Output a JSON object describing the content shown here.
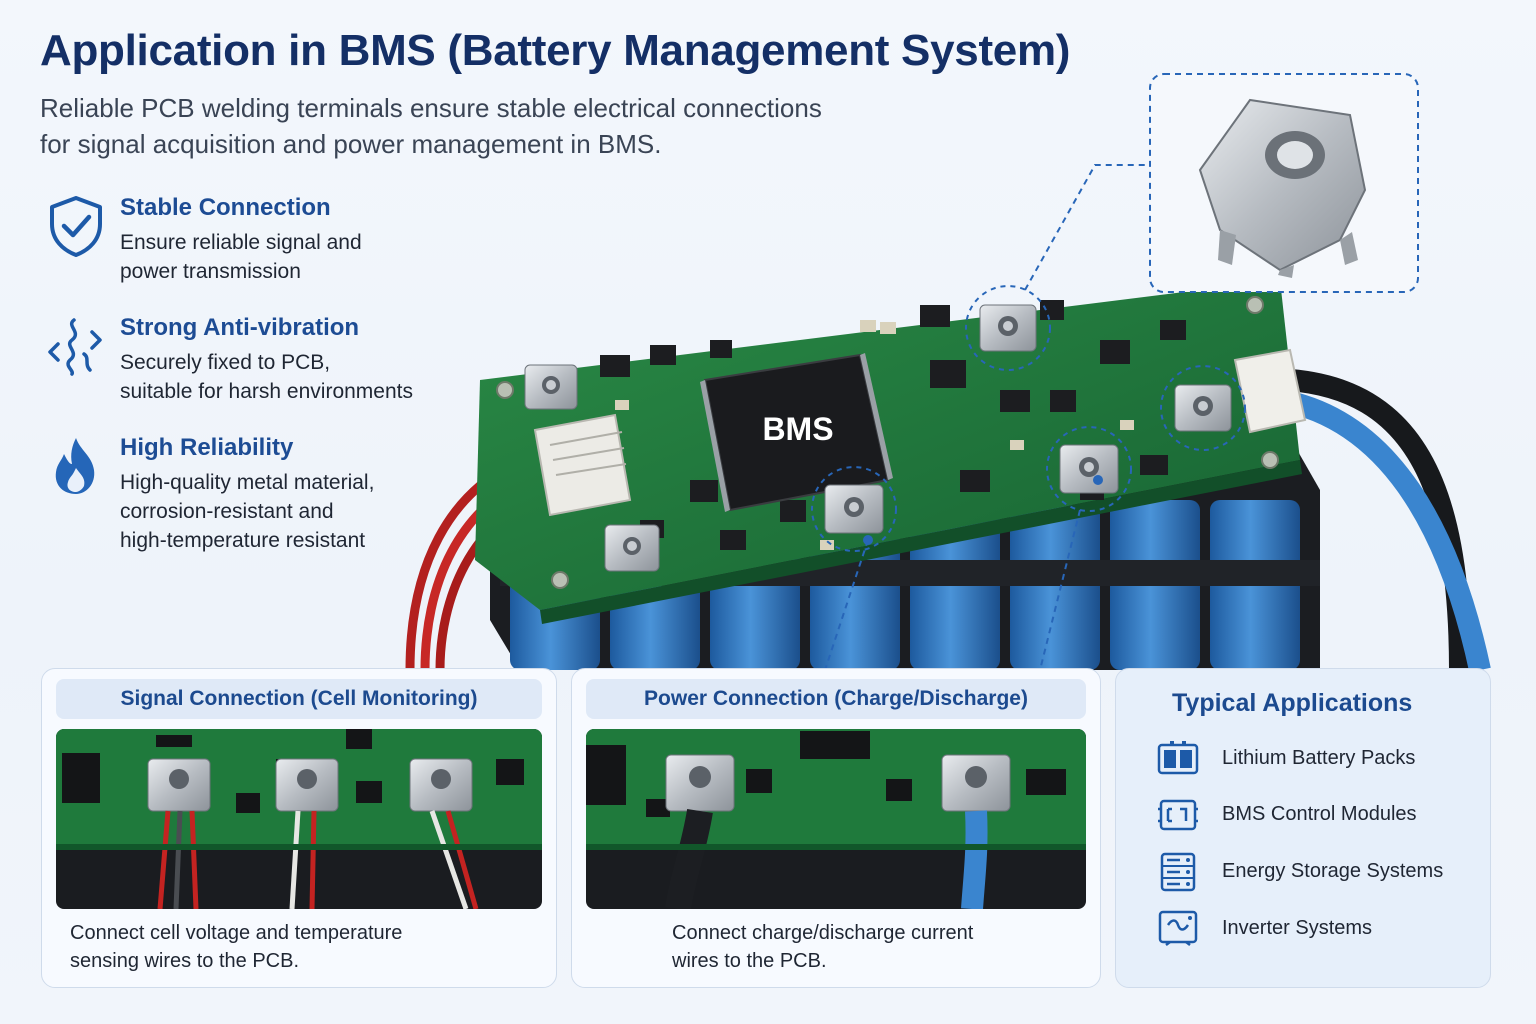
{
  "header": {
    "title": "Application in BMS (Battery Management System)",
    "subtitle_line1": "Reliable PCB welding terminals ensure stable electrical connections",
    "subtitle_line2": "for signal acquisition and power management in BMS."
  },
  "features": [
    {
      "icon": "shield-check-icon",
      "title": "Stable Connection",
      "line1": "Ensure reliable signal and",
      "line2": "power transmission",
      "line3": ""
    },
    {
      "icon": "vibration-icon",
      "title": "Strong Anti-vibration",
      "line1": "Securely fixed to PCB,",
      "line2": "suitable for harsh environments",
      "line3": ""
    },
    {
      "icon": "flame-icon",
      "title": "High Reliability",
      "line1": "High-quality metal material,",
      "line2": "corrosion-resistant and",
      "line3": "high-temperature resistant"
    }
  ],
  "illustration": {
    "chip_label": "BMS",
    "colors": {
      "pcb": "#1f7a3c",
      "cell": "#2f78c4",
      "terminal": "#c9cdd2",
      "accent": "#1d4c94"
    }
  },
  "panels": {
    "signal": {
      "title": "Signal Connection (Cell Monitoring)",
      "caption_line1": "Connect cell voltage and temperature",
      "caption_line2": "sensing wires to the PCB."
    },
    "power": {
      "title": "Power Connection (Charge/Discharge)",
      "caption_line1": "Connect charge/discharge current",
      "caption_line2": "wires to the PCB."
    }
  },
  "applications": {
    "title": "Typical Applications",
    "items": [
      {
        "icon": "battery-pack-icon",
        "label": "Lithium Battery Packs"
      },
      {
        "icon": "control-module-icon",
        "label": "BMS Control Modules"
      },
      {
        "icon": "energy-storage-icon",
        "label": "Energy Storage Systems"
      },
      {
        "icon": "inverter-icon",
        "label": "Inverter Systems"
      }
    ]
  }
}
